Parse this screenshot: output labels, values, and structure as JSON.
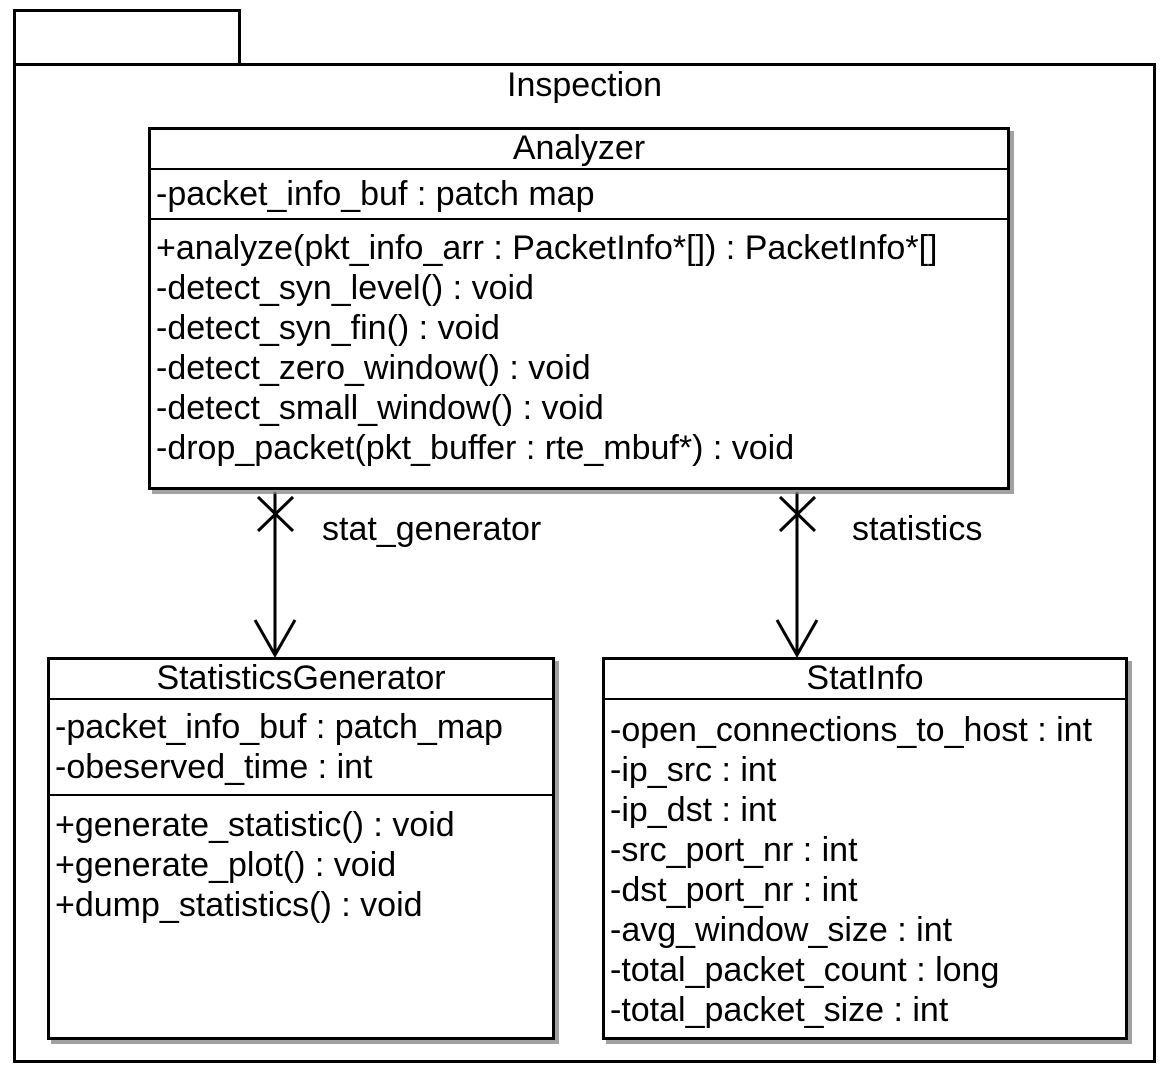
{
  "package": {
    "name": "Inspection"
  },
  "classes": {
    "analyzer": {
      "name": "Analyzer",
      "attributes": [
        "-packet_info_buf : patch map"
      ],
      "methods": [
        "+analyze(pkt_info_arr : PacketInfo*[]) : PacketInfo*[]",
        "-detect_syn_level() : void",
        "-detect_syn_fin() : void",
        "-detect_zero_window() : void",
        "-detect_small_window() : void",
        "-drop_packet(pkt_buffer : rte_mbuf*) : void"
      ]
    },
    "statistics_generator": {
      "name": "StatisticsGenerator",
      "attributes": [
        "-packet_info_buf : patch_map",
        "-obeserved_time : int"
      ],
      "methods": [
        "+generate_statistic() : void",
        "+generate_plot() : void",
        "+dump_statistics() : void"
      ]
    },
    "stat_info": {
      "name": "StatInfo",
      "attributes": [
        "-open_connections_to_host : int",
        "-ip_src : int",
        "-ip_dst : int",
        "-src_port_nr : int",
        "-dst_port_nr : int",
        "-avg_window_size : int",
        "-total_packet_count : long",
        "-total_packet_size : int"
      ],
      "methods": []
    }
  },
  "associations": [
    {
      "label": "stat_generator",
      "from": "Analyzer",
      "to": "StatisticsGenerator",
      "source_marker": "x",
      "target_marker": "open-arrow"
    },
    {
      "label": "statistics",
      "from": "Analyzer",
      "to": "StatInfo",
      "source_marker": "x",
      "target_marker": "open-arrow"
    }
  ],
  "colors": {
    "line": "#000000",
    "background": "#ffffff",
    "box_fill": "#ffffff",
    "shadow": "#828282"
  }
}
